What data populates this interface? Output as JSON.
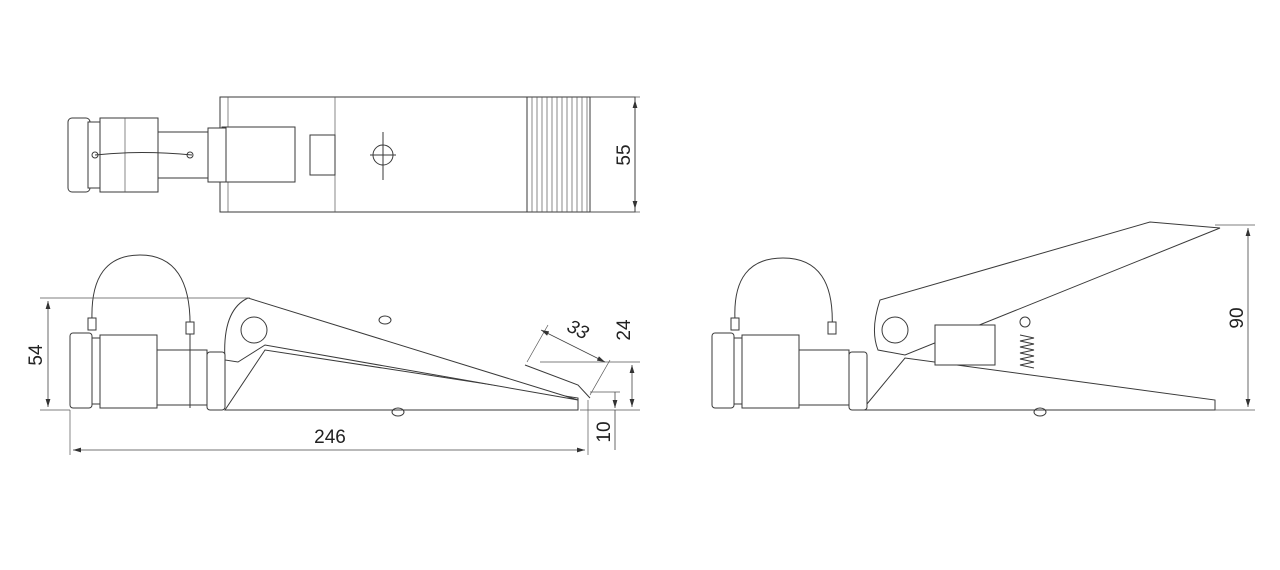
{
  "drawing": {
    "title": "Foot pedal valve dimensional drawing",
    "views": [
      "top",
      "side-closed",
      "side-open"
    ],
    "dimensions": {
      "top_width": "55",
      "side_height": "54",
      "overall_length": "246",
      "pedal_tip_height": "24",
      "base_thickness": "10",
      "tread_length": "33",
      "open_height": "90"
    },
    "units": "mm"
  }
}
